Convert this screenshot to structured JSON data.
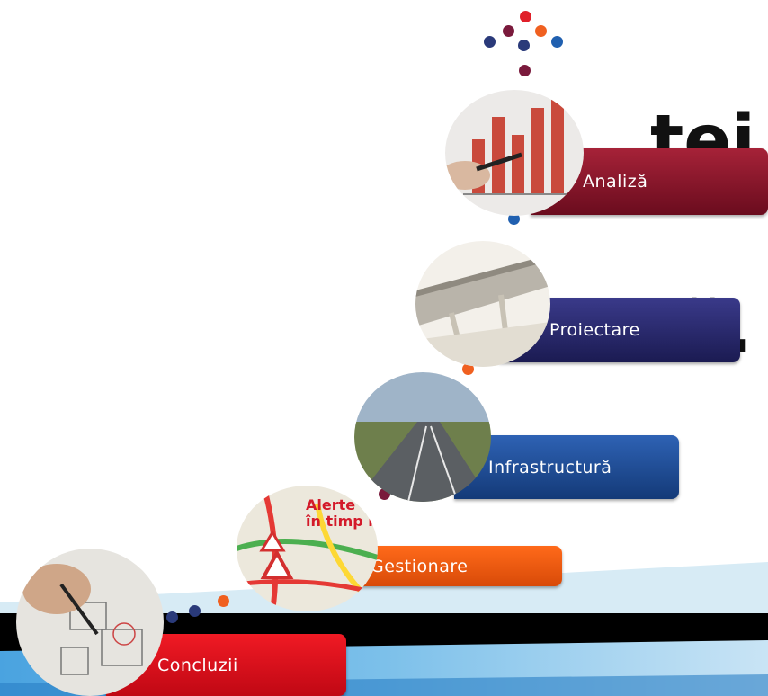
{
  "slide": {
    "title_line1": "ţei",
    "title_line2": "ă."
  },
  "steps": [
    {
      "label": "Analiză",
      "image": "bar-chart-pen-photo",
      "color": "#8a1a2c"
    },
    {
      "label": "Proiectare",
      "image": "highway-bridge-render",
      "color": "#2a2a6e"
    },
    {
      "label": "Infrastructură",
      "image": "highway-road-photo",
      "color": "#1f4d96"
    },
    {
      "label": "Gestionare",
      "image": "traffic-alert-map",
      "color": "#f05a0e"
    },
    {
      "label": "Concluzii",
      "image": "hand-drawing-sketch-photo",
      "color": "#e01020"
    }
  ],
  "map_overlay": {
    "line1": "Alerte",
    "line2": "în timp r"
  }
}
